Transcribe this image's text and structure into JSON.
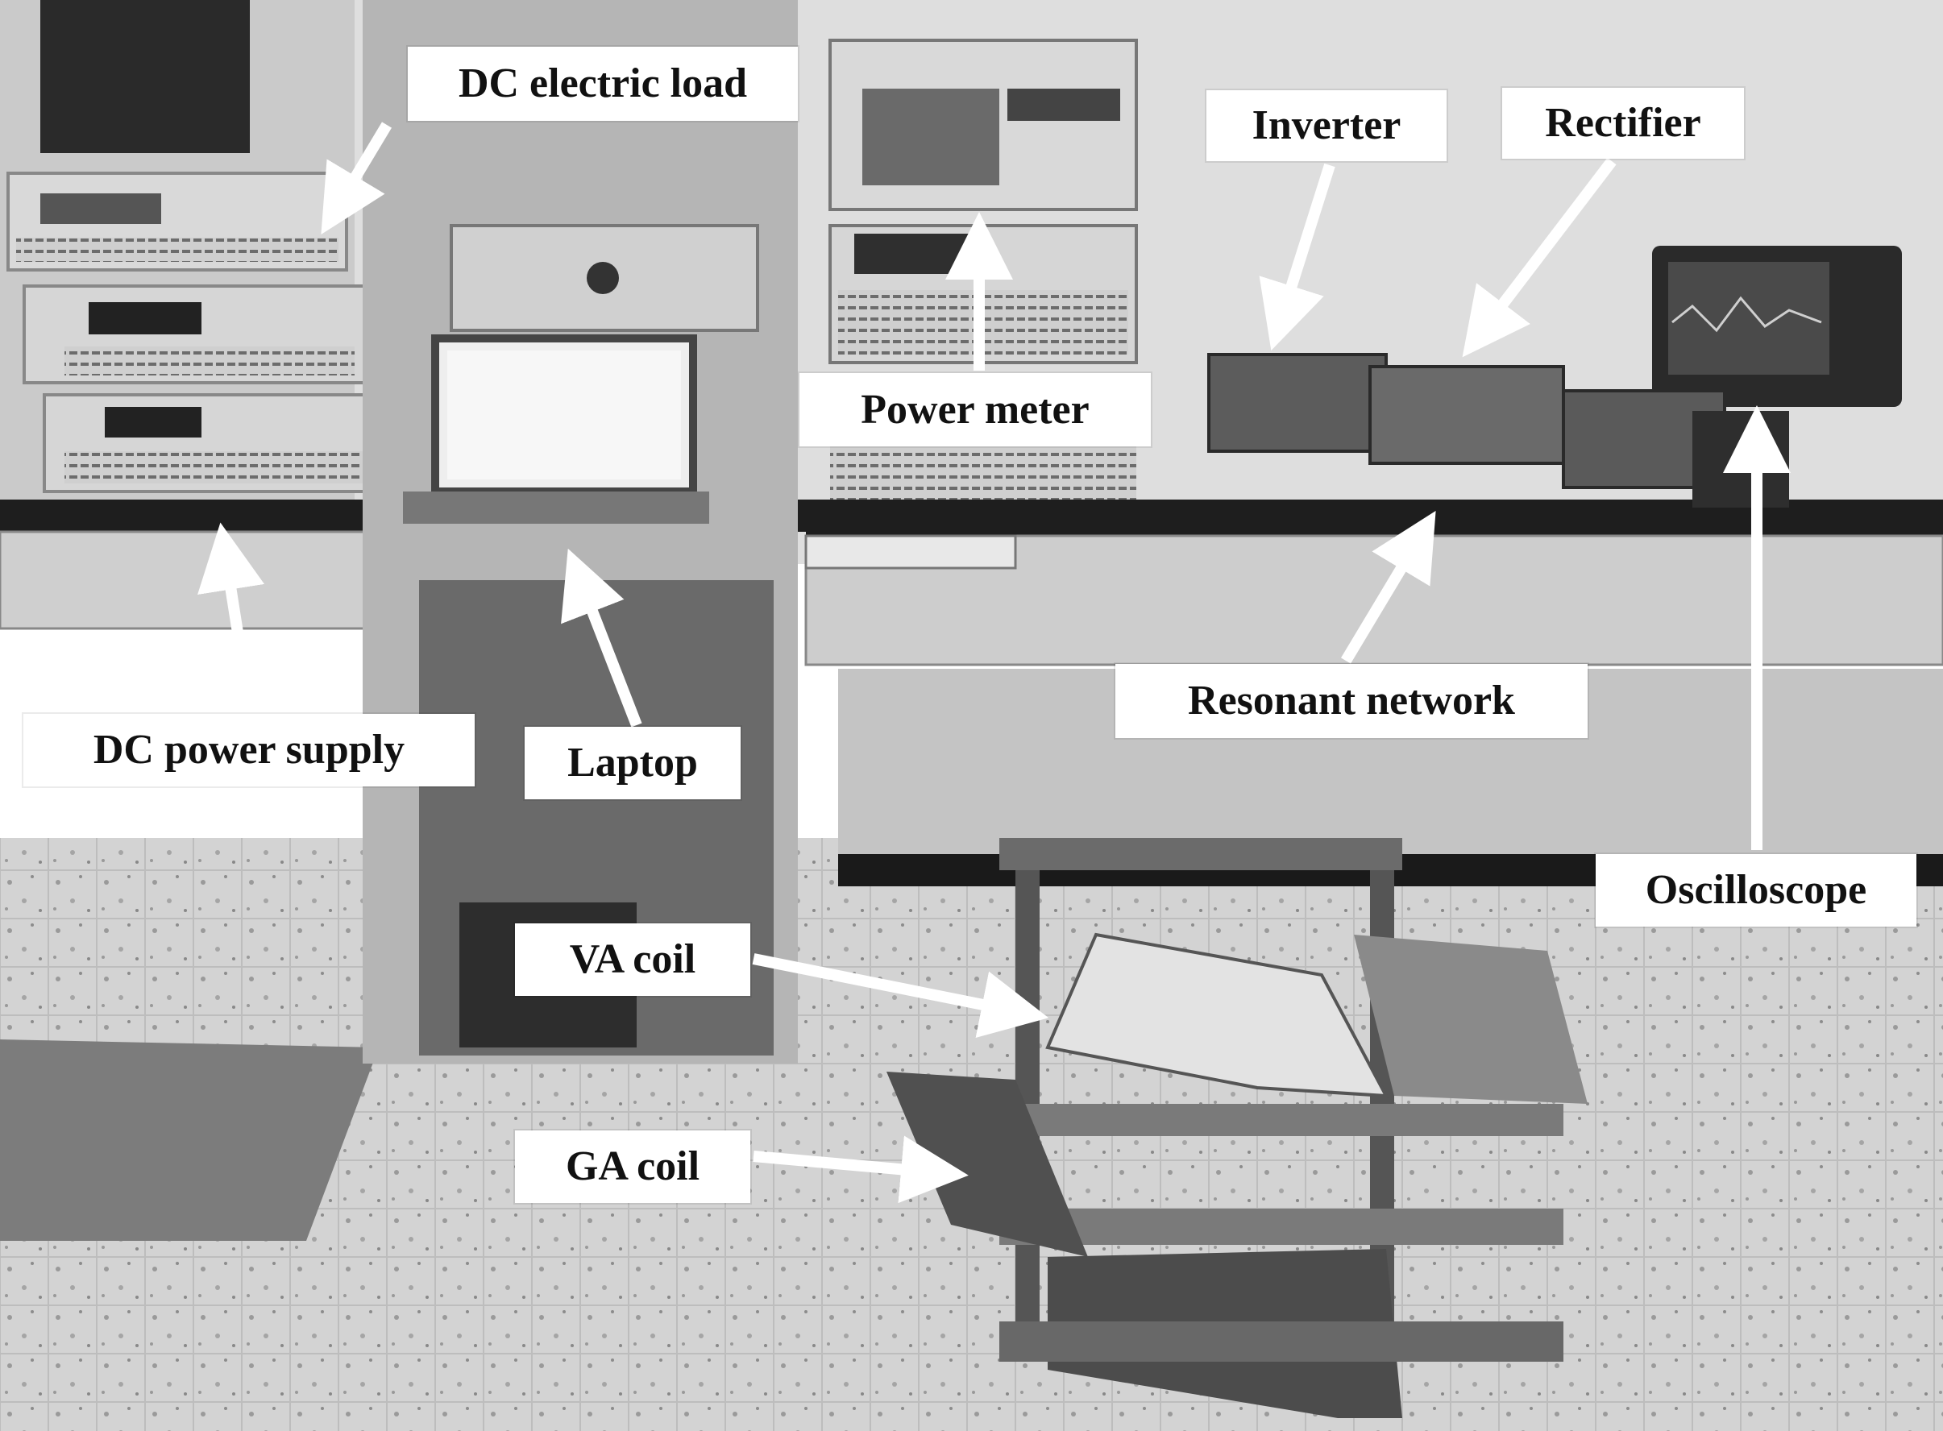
{
  "photo": {
    "subject": "wireless power transfer test bench",
    "palette": {
      "wall": "#dcdcdc",
      "floor": "#cfcfcf",
      "bench_top": "#1e1e1e",
      "equipment": "#b8b8b8",
      "dark": "#3a3a3a",
      "arrow": "#ffffff"
    }
  },
  "labels": {
    "dc_electric_load": "DC electric load",
    "inverter": "Inverter",
    "rectifier": "Rectifier",
    "power_meter": "Power meter",
    "resonant_network": "Resonant network",
    "dc_power_supply": "DC power supply",
    "laptop": "Laptop",
    "oscilloscope": "Oscilloscope",
    "va_coil": "VA coil",
    "ga_coil": "GA coil"
  }
}
